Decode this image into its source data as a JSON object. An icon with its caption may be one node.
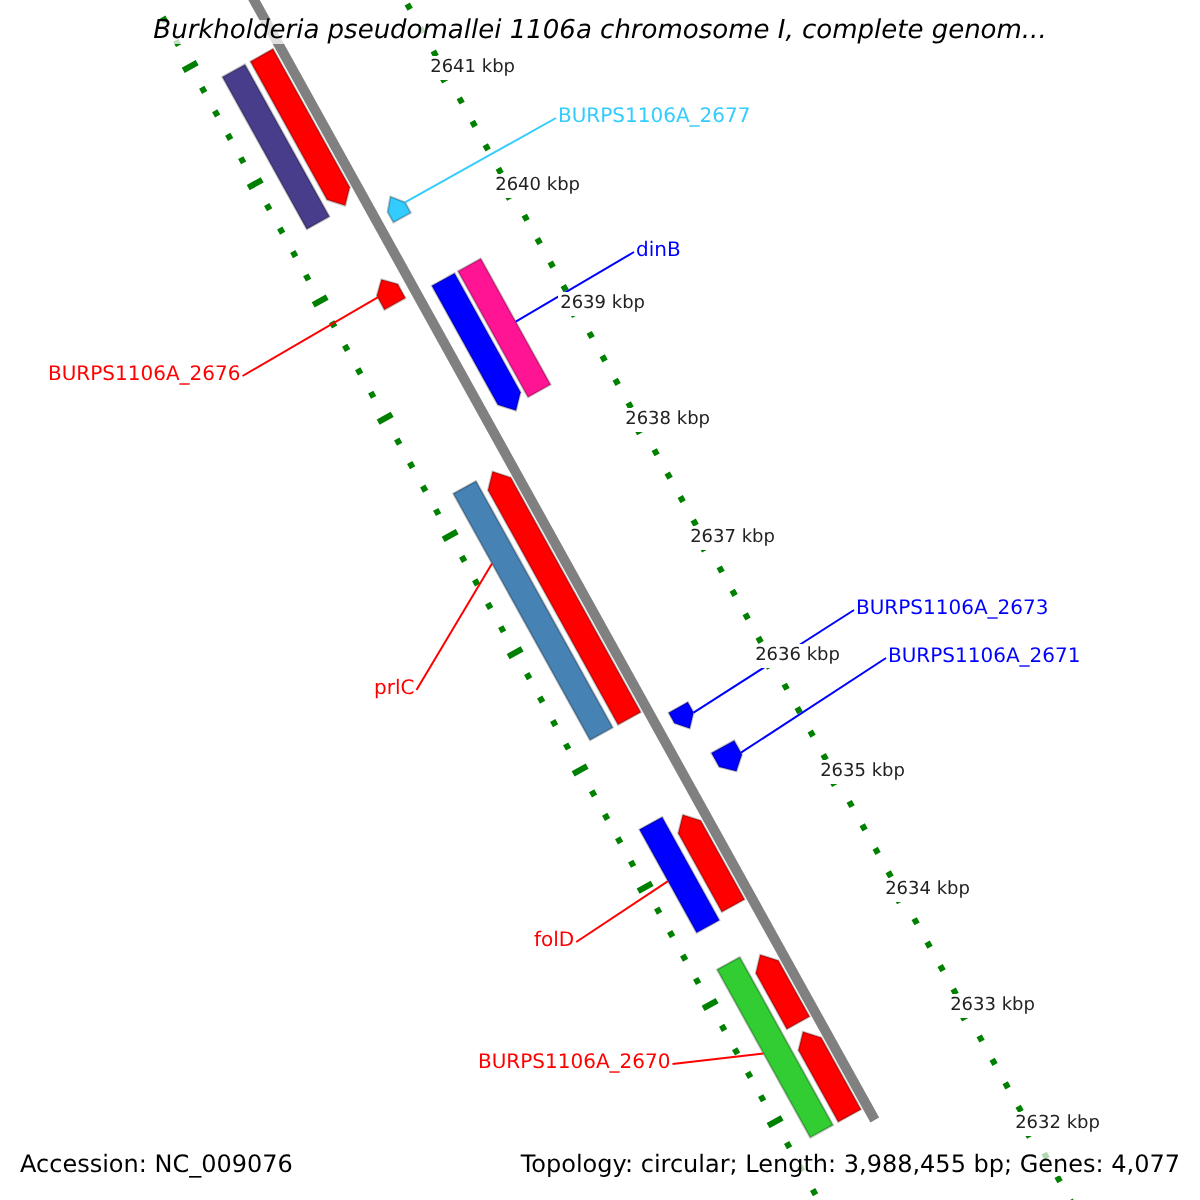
{
  "diagram": {
    "title": "Burkholderia pseudomallei 1106a chromosome I, complete genom...",
    "nodes": [
      {
        "text": [
          "BURPS1106A_2677"
        ]
      },
      {
        "text": [],
        "shape": "pentagon"
      },
      {
        "text": [
          "dinB"
        ]
      },
      {
        "text": [],
        "shape": "bar"
      },
      {
        "text": [
          "BURPS1106A_2676"
        ]
      },
      {
        "text": [],
        "shape": "pentagon"
      },
      {
        "text": [
          "BURPS1106A_2673"
        ]
      },
      {
        "text": [],
        "shape": "pentagon"
      },
      {
        "text": [
          "BURPS1106A_2671"
        ]
      },
      {
        "text": [],
        "shape": "pentagon"
      },
      {
        "text": [
          "prlC"
        ]
      },
      {
        "text": [],
        "shape": "bar"
      },
      {
        "text": [
          "folD"
        ]
      },
      {
        "text": [],
        "shape": "bar"
      },
      {
        "text": [
          "BURPS1106A_2670"
        ]
      },
      {
        "text": [],
        "shape": "bar"
      }
    ],
    "edges": [
      {
        "from": 0,
        "to": 1,
        "arrow": "none",
        "color": "#33ccff"
      },
      {
        "from": 2,
        "to": 3,
        "arrow": "none",
        "color": "#0000ff"
      },
      {
        "from": 4,
        "to": 5,
        "arrow": "none",
        "color": "#ff0000"
      },
      {
        "from": 6,
        "to": 7,
        "arrow": "none",
        "color": "#0000ff"
      },
      {
        "from": 8,
        "to": 9,
        "arrow": "none",
        "color": "#0000ff"
      },
      {
        "from": 10,
        "to": 11,
        "arrow": "none",
        "color": "#ff0000"
      },
      {
        "from": 12,
        "to": 13,
        "arrow": "none",
        "color": "#ff0000"
      },
      {
        "from": 14,
        "to": 15,
        "arrow": "none",
        "color": "#ff0000"
      }
    ],
    "labels": [
      "2641 kbp",
      "2640 kbp",
      "2639 kbp",
      "2638 kbp",
      "2637 kbp",
      "2636 kbp",
      "2635 kbp",
      "2634 kbp",
      "2633 kbp",
      "2632 kbp",
      "Accession: NC_009076",
      "Topology: circular; Length: 3,988,455 bp; Genes: 4,077"
    ]
  }
}
